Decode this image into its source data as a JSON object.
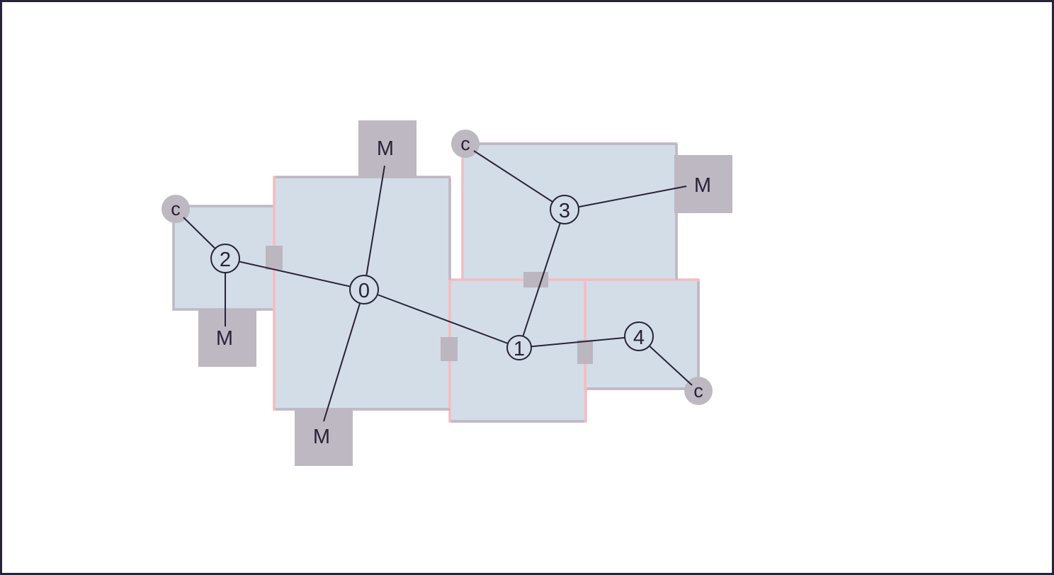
{
  "colors": {
    "frame": "#2a2238",
    "room_fill": "#d2dde8",
    "room_border_gray": "#bdb8c4",
    "room_border_pink": "#f4bcc0",
    "door_fill": "#bcb6c0",
    "monster_fill": "#bdb8c2",
    "line": "#2a2238"
  },
  "nodes": [
    {
      "id": "node-0",
      "label": "0"
    },
    {
      "id": "node-1",
      "label": "1"
    },
    {
      "id": "node-2",
      "label": "2"
    },
    {
      "id": "node-3",
      "label": "3"
    },
    {
      "id": "node-4",
      "label": "4"
    }
  ],
  "monsters": [
    {
      "id": "monster-top-0",
      "label": "M",
      "node": "0"
    },
    {
      "id": "monster-bottom-0",
      "label": "M",
      "node": "0"
    },
    {
      "id": "monster-2",
      "label": "M",
      "node": "2"
    },
    {
      "id": "monster-3",
      "label": "M",
      "node": "3"
    }
  ],
  "coins": [
    {
      "id": "coin-2",
      "label": "c",
      "node": "2"
    },
    {
      "id": "coin-3",
      "label": "c",
      "node": "3"
    },
    {
      "id": "coin-4",
      "label": "c",
      "node": "4"
    }
  ],
  "edges": [
    [
      "2",
      "0"
    ],
    [
      "0",
      "1"
    ],
    [
      "1",
      "3"
    ],
    [
      "1",
      "4"
    ]
  ]
}
